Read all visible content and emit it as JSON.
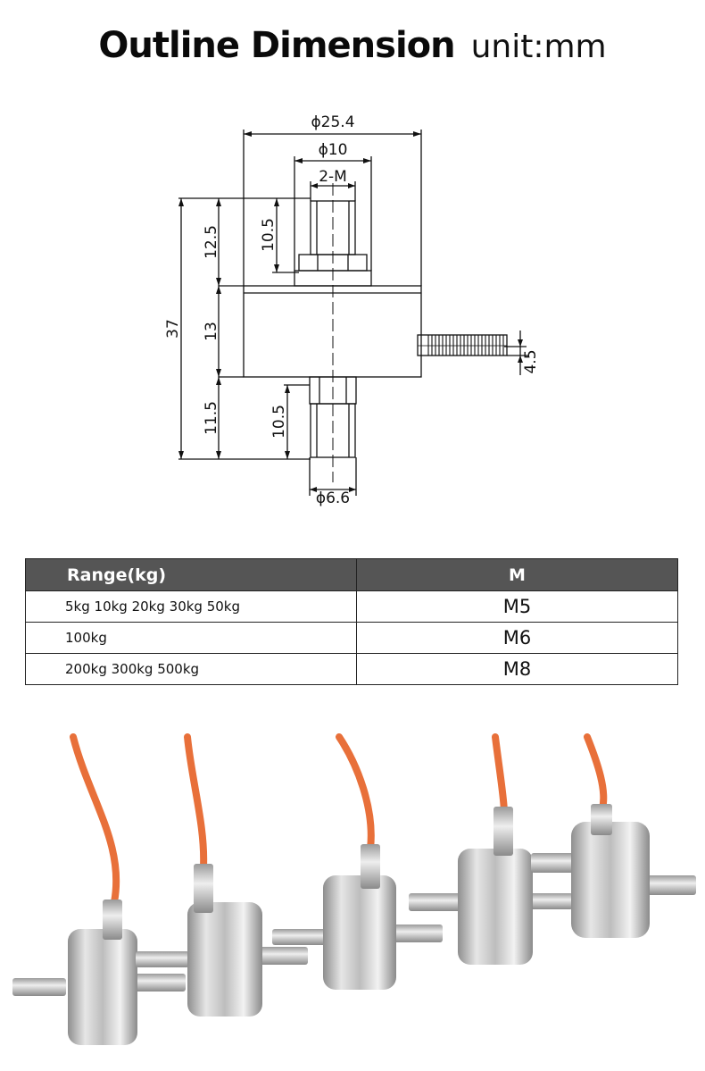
{
  "title": {
    "main": "Outline Dimension",
    "unit": "unit:mm"
  },
  "drawing": {
    "labels": {
      "d_outer": "ϕ25.4",
      "d_inner": "ϕ10",
      "thread": "2-M",
      "top_len": "12.5",
      "top_thread": "10.5",
      "total": "37",
      "body": "13",
      "bottom_len": "11.5",
      "bottom_thread": "10.5",
      "cable": "4.5",
      "d_bottom": "ϕ6.6"
    }
  },
  "table": {
    "headers": [
      "Range(kg)",
      "M"
    ],
    "rows": [
      [
        "5kg 10kg 20kg 30kg 50kg",
        "M5"
      ],
      [
        "100kg",
        "M6"
      ],
      [
        "200kg 300kg 500kg",
        "M8"
      ]
    ]
  },
  "colors": {
    "header_bg": "#555555",
    "cable": "#e8703a",
    "steel": "#c9c9c9"
  }
}
